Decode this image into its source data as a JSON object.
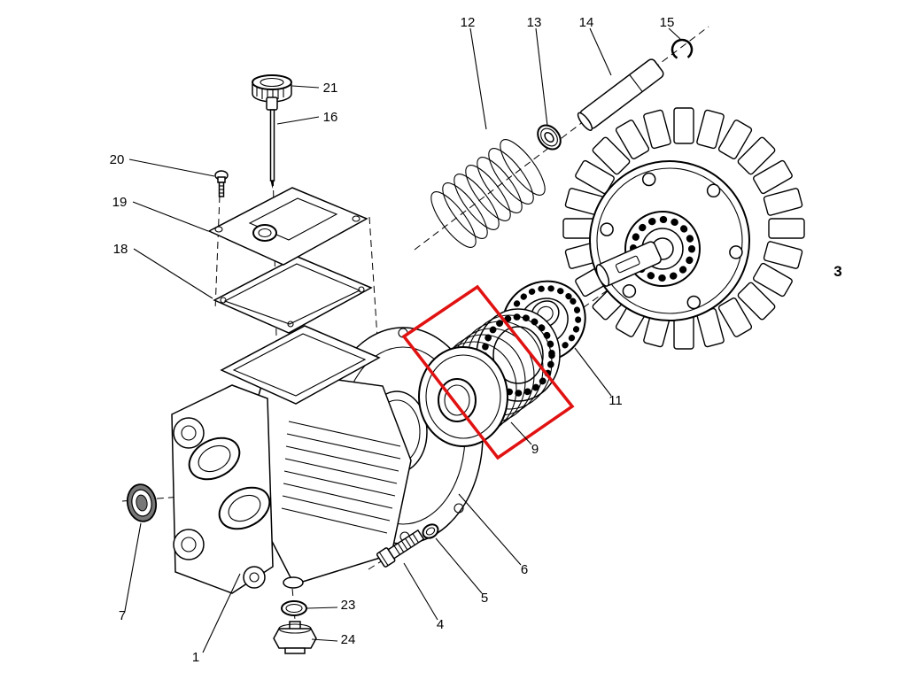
{
  "diagram": {
    "type": "exploded-parts-diagram",
    "background": "#ffffff",
    "line_color": "#000000",
    "highlight_color": "#e11212"
  },
  "parts": {
    "n1": {
      "label": "1"
    },
    "n3": {
      "label": "3"
    },
    "n4": {
      "label": "4"
    },
    "n5": {
      "label": "5"
    },
    "n6": {
      "label": "6"
    },
    "n7": {
      "label": "7"
    },
    "n9": {
      "label": "9"
    },
    "n11": {
      "label": "11"
    },
    "n12": {
      "label": "12"
    },
    "n13": {
      "label": "13"
    },
    "n14": {
      "label": "14"
    },
    "n15": {
      "label": "15"
    },
    "n16": {
      "label": "16"
    },
    "n18": {
      "label": "18"
    },
    "n19": {
      "label": "19"
    },
    "n20": {
      "label": "20"
    },
    "n21": {
      "label": "21"
    },
    "n23": {
      "label": "23"
    },
    "n24": {
      "label": "24"
    }
  }
}
